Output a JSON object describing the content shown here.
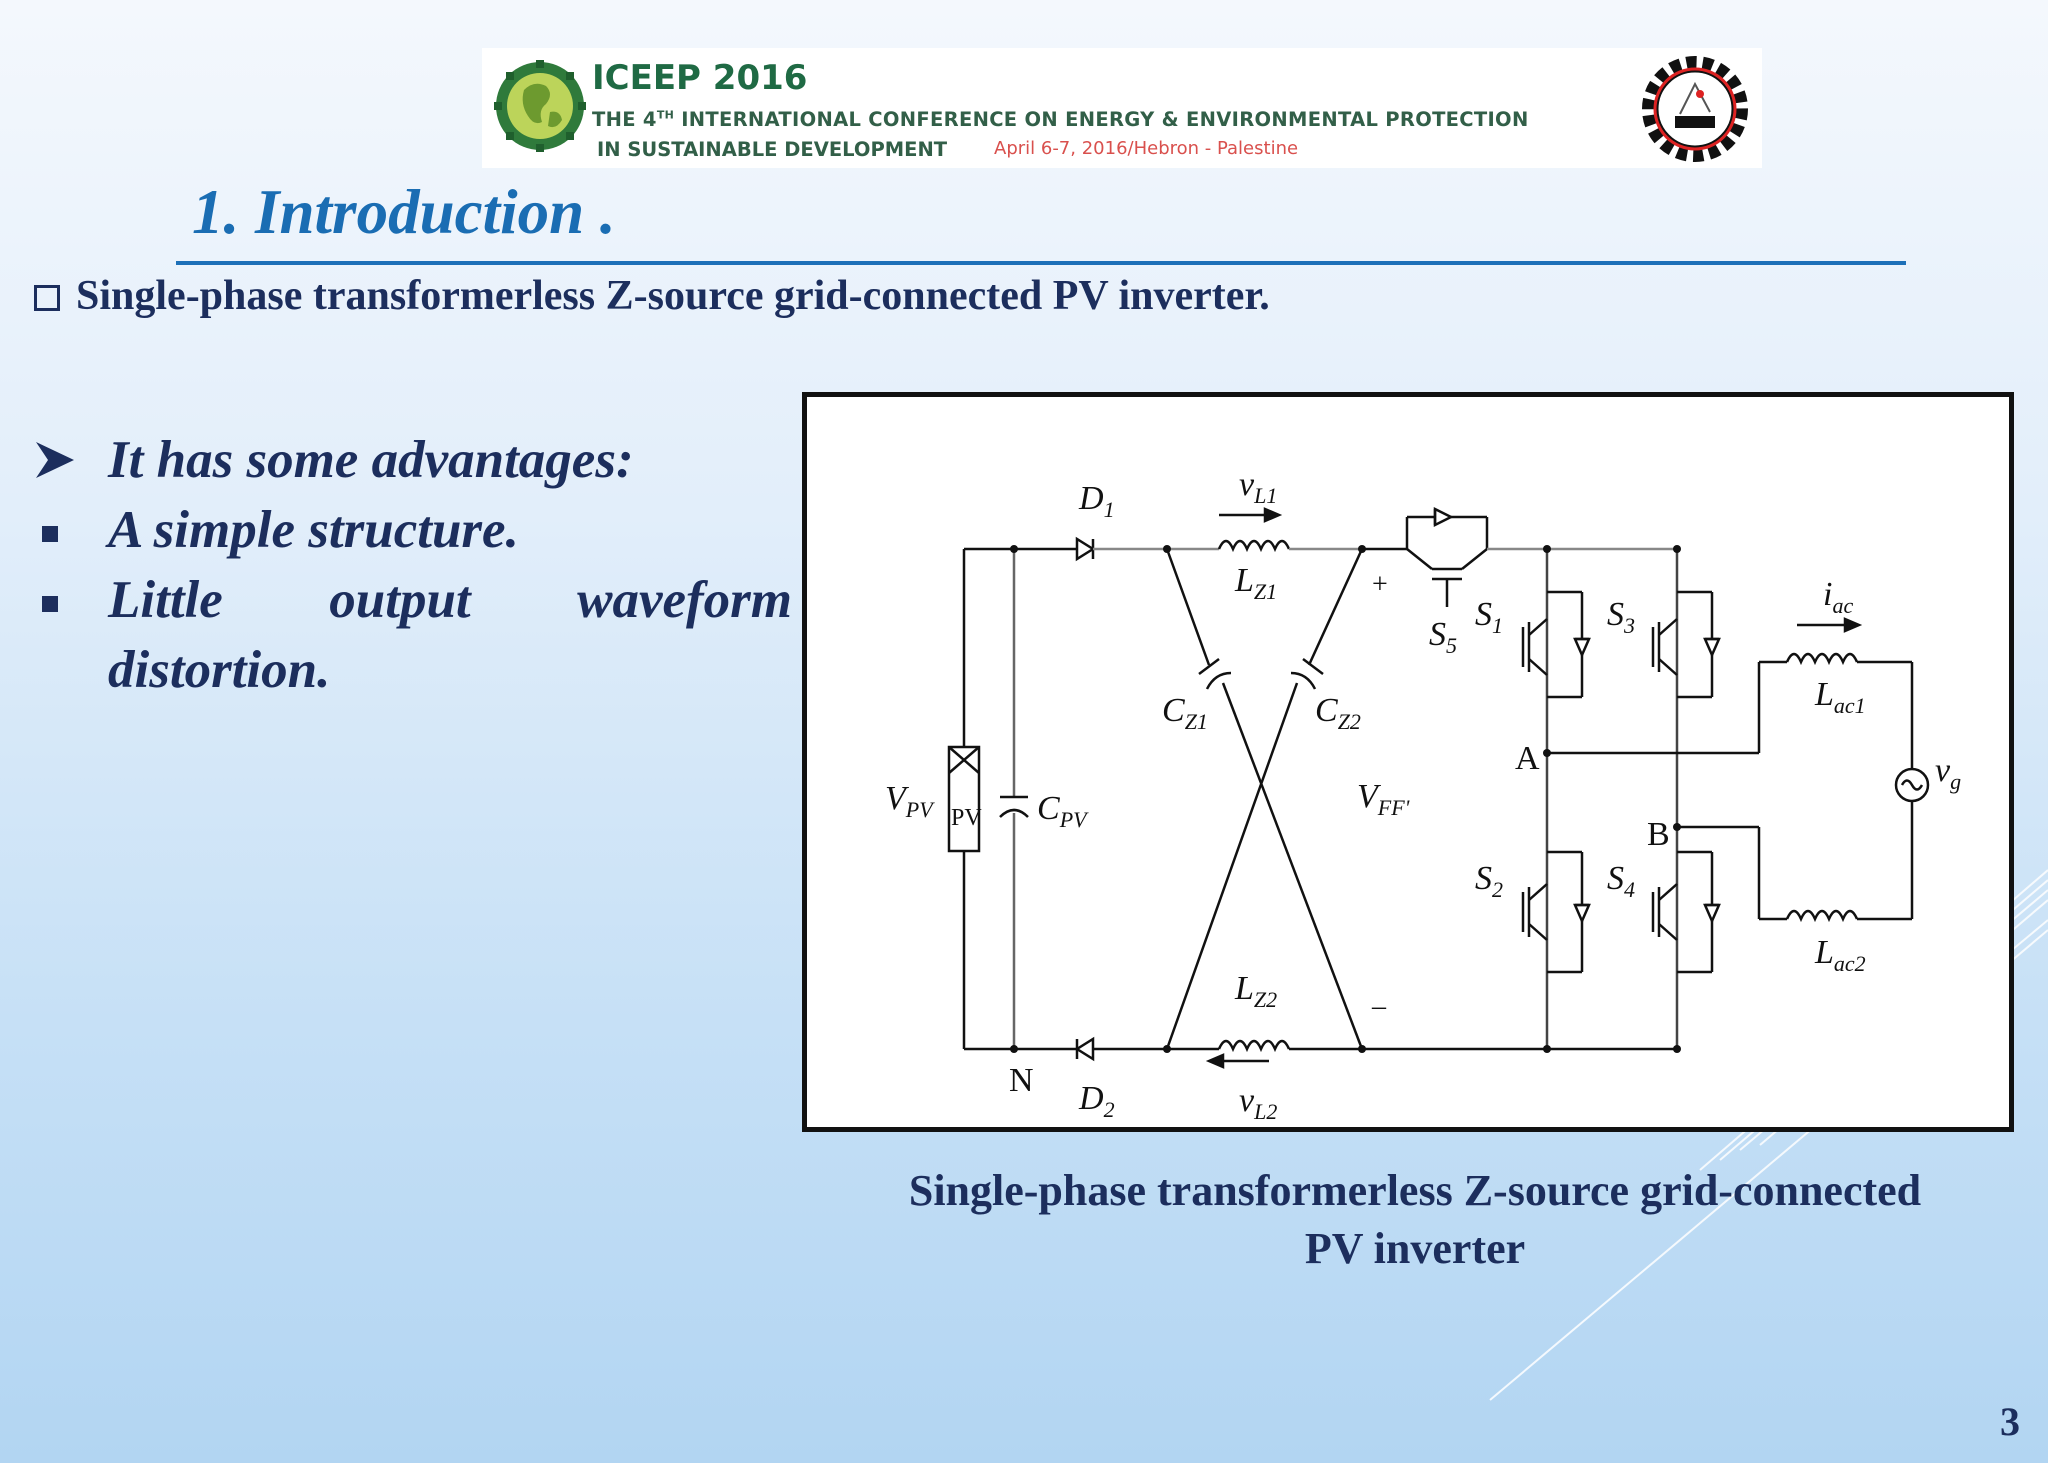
{
  "banner": {
    "title": "ICEEP 2016",
    "line1": "THE 4",
    "line1_sup": "TH",
    "line1_rest": " INTERNATIONAL CONFERENCE ON ENERGY & ENVIRONMENTAL PROTECTION",
    "line2": "IN SUSTAINABLE DEVELOPMENT",
    "date": "April  6-7, 2016/Hebron - Palestine"
  },
  "slide": {
    "title": "1. Introduction .",
    "subtitle": "Single-phase transformerless Z-source grid-connected PV  inverter.",
    "advantages_heading": "It has some advantages:",
    "items": [
      "A simple structure.",
      [
        "Little",
        "output",
        "waveform"
      ],
      "distortion."
    ],
    "caption_line1": "Single-phase transformerless Z-source grid-connected",
    "caption_line2": "PV  inverter",
    "page_number": "3"
  },
  "circuit": {
    "labels": {
      "d1": "D",
      "d1_sub": "1",
      "d2": "D",
      "d2_sub": "2",
      "vl1": "v",
      "vl1_sub": "L1",
      "vl2": "v",
      "vl2_sub": "L2",
      "lz1": "L",
      "lz1_sub": "Z1",
      "lz2": "L",
      "lz2_sub": "Z2",
      "cz1": "C",
      "cz1_sub": "Z1",
      "cz2": "C",
      "cz2_sub": "Z2",
      "vpv": "V",
      "vpv_sub": "PV",
      "pv": "PV",
      "cpv": "C",
      "cpv_sub": "PV",
      "vff": "V",
      "vff_sub": "FF'",
      "plus": "+",
      "minus": "–",
      "s1": "S",
      "s1_sub": "1",
      "s2": "S",
      "s2_sub": "2",
      "s3": "S",
      "s3_sub": "3",
      "s4": "S",
      "s4_sub": "4",
      "s5": "S",
      "s5_sub": "5",
      "a": "A",
      "b": "B",
      "n": "N",
      "iac": "i",
      "iac_sub": "ac",
      "lac1": "L",
      "lac1_sub": "ac1",
      "lac2": "L",
      "lac2_sub": "ac2",
      "vg": "v",
      "vg_sub": "g"
    }
  },
  "colors": {
    "title_blue": "#1a6db3",
    "text_navy": "#1c2e5d",
    "banner_green": "#1f6a44",
    "banner_red": "#d9504d"
  }
}
